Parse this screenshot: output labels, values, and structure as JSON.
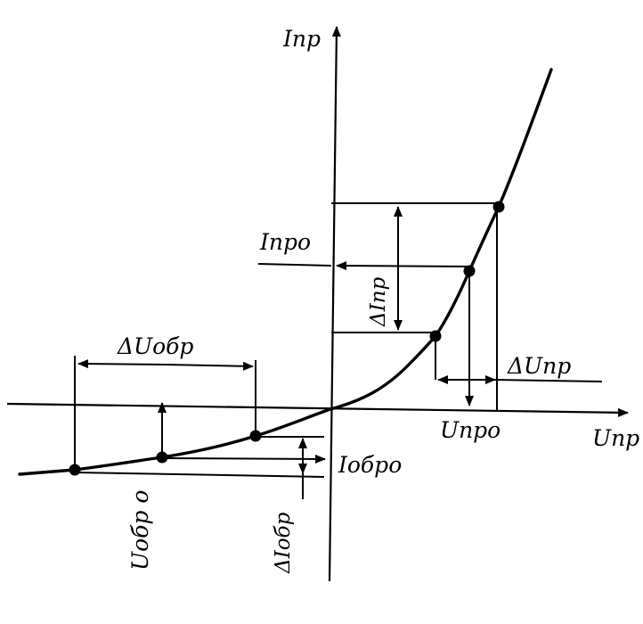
{
  "axes": {
    "y_label": "Iпр",
    "x_label": "Uпр"
  },
  "labels": {
    "forward_current_op": "Iпро",
    "delta_forward_current": "ΔIпр",
    "delta_forward_voltage": "ΔUпр",
    "forward_voltage_op": "Uпро",
    "delta_reverse_voltage": "ΔUобр",
    "reverse_voltage_op": "Uобр о",
    "reverse_current_op": "Iобро",
    "delta_reverse_current": "ΔIобр"
  }
}
